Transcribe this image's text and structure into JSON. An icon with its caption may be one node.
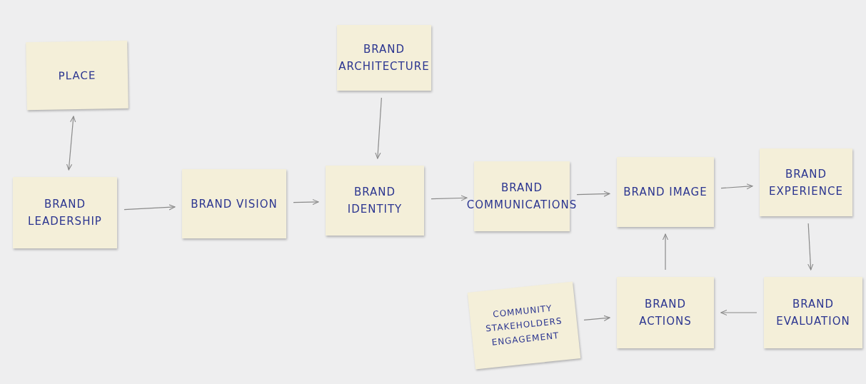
{
  "diagram": {
    "nodes": [
      {
        "text": [
          "PLACE"
        ]
      },
      {
        "text": [
          "BRAND ARCHITECTURE"
        ]
      },
      {
        "text": [
          "BRAND LEADERSHIP"
        ]
      },
      {
        "text": [
          "BRAND VISION"
        ]
      },
      {
        "text": [
          "BRAND IDENTITY"
        ]
      },
      {
        "text": [
          "BRAND COMMUNICATIONS"
        ]
      },
      {
        "text": [
          "BRAND IMAGE"
        ]
      },
      {
        "text": [
          "BRAND EXPERIENCE"
        ]
      },
      {
        "text": [
          "COMMUNITY STAKEHOLDERS ENGAGEMENT"
        ]
      },
      {
        "text": [
          "BRAND ACTIONS"
        ]
      },
      {
        "text": [
          "BRAND EVALUATION"
        ]
      }
    ],
    "edges": [
      {
        "from": 0,
        "to": 2,
        "arrow": "both"
      },
      {
        "from": 2,
        "to": 3,
        "arrow": "to"
      },
      {
        "from": 3,
        "to": 4,
        "arrow": "to"
      },
      {
        "from": 1,
        "to": 4,
        "arrow": "to"
      },
      {
        "from": 4,
        "to": 5,
        "arrow": "to"
      },
      {
        "from": 5,
        "to": 6,
        "arrow": "to"
      },
      {
        "from": 6,
        "to": 7,
        "arrow": "to"
      },
      {
        "from": 7,
        "to": 10,
        "arrow": "to"
      },
      {
        "from": 10,
        "to": 9,
        "arrow": "to"
      },
      {
        "from": 9,
        "to": 6,
        "arrow": "to"
      },
      {
        "from": 8,
        "to": 9,
        "arrow": "to"
      }
    ]
  }
}
